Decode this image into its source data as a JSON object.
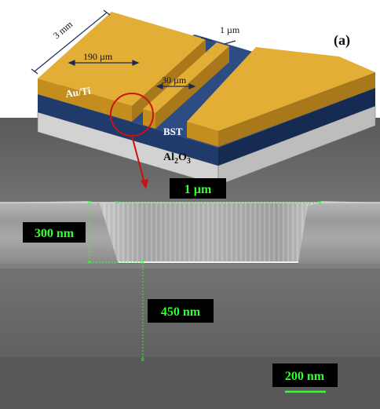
{
  "panel_label": "(a)",
  "device": {
    "dim_width": "3 mm",
    "dim_electrode": "190 µm",
    "dim_gap_outer": "1 µm",
    "dim_gap_inner": "30 µm",
    "layer_metal": "Au/Ti",
    "layer_film": "BST",
    "layer_substrate_prefix": "Al",
    "layer_substrate_sub1": "2",
    "layer_substrate_mid": "O",
    "layer_substrate_sub2": "3"
  },
  "sem": {
    "gap_width": "1 µm",
    "depth_film": "300 nm",
    "depth_substrate": "450 nm",
    "scale_bar": "200 nm"
  },
  "colors": {
    "gold": "#e3ae36",
    "gold_side": "#c48e1f",
    "bst": "#1f3a6b",
    "substrate": "#d9d9d9",
    "label_bg": "#000000",
    "label_text": "#33ff33",
    "annotation": "#cc1111"
  }
}
